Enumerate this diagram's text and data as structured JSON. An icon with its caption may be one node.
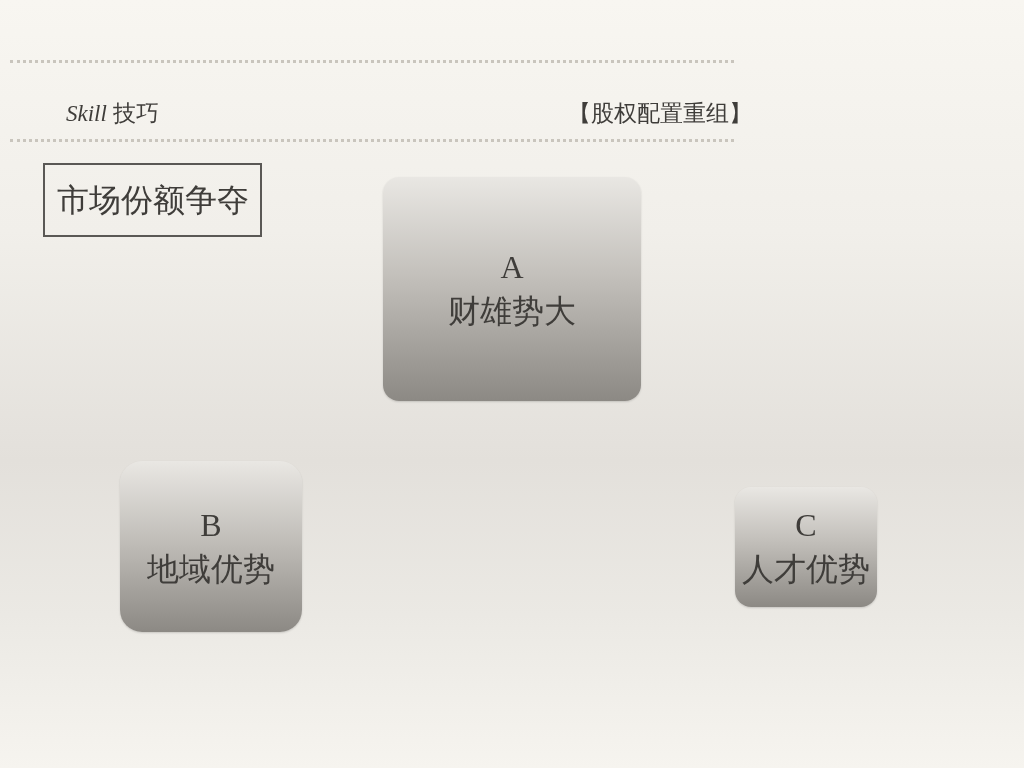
{
  "diagram": {
    "nodes": [
      {
        "text": [
          "市场份额争夺"
        ]
      },
      {
        "text": [
          "A",
          "财雄势大"
        ]
      },
      {
        "text": [
          "B",
          "地域优势"
        ]
      },
      {
        "text": [
          "C",
          "人才优势"
        ]
      }
    ],
    "edges": [],
    "labels": [
      "*Skill* 技巧",
      "【股权配置重组】"
    ]
  }
}
